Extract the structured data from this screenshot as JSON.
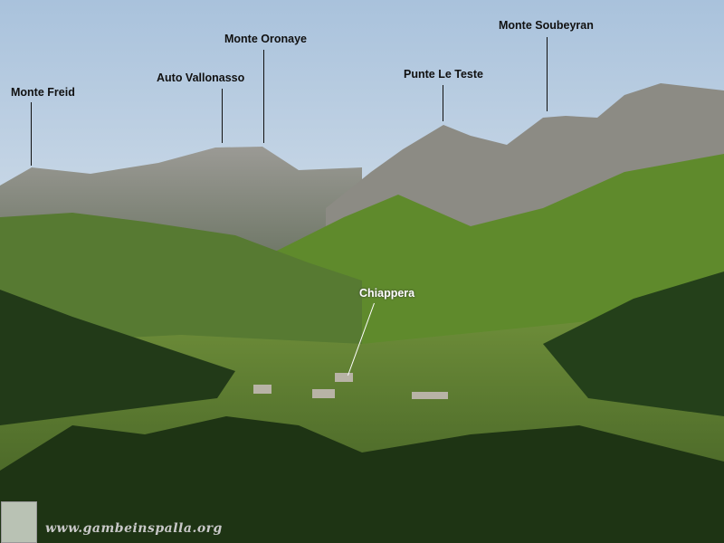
{
  "labels": {
    "monte_freid": "Monte Freid",
    "auto_vallonasso": "Auto Vallonasso",
    "monte_oronaye": "Monte Oronaye",
    "punte_le_teste": "Punte Le Teste",
    "monte_soubeyran": "Monte Soubeyran",
    "chiappera": "Chiappera"
  },
  "watermark": "www.gambeinspalla.org",
  "colors": {
    "sky": "#c9d8e6",
    "rock": "#8f8f8b",
    "forest": "#2f4a1e",
    "meadow": "#8aa64a"
  }
}
